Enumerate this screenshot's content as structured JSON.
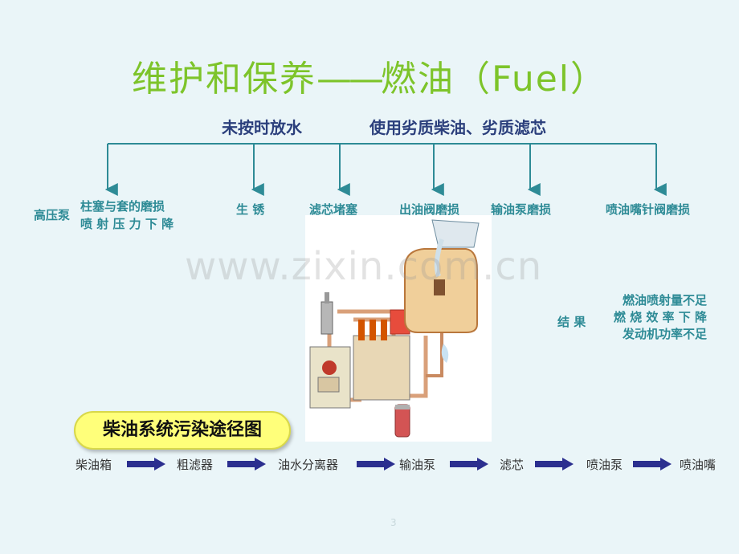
{
  "title": {
    "main": "维护和保养",
    "dash": "——",
    "topic": "燃油（Fuel）"
  },
  "causes": {
    "left": "未按时放水",
    "right": "使用劣质柴油、劣质滤芯"
  },
  "effects": [
    {
      "id": "pump",
      "prefix": "高压泵",
      "line1": "柱塞与套的磨损",
      "line2": "喷 射 压 力 下 降"
    },
    {
      "id": "rust",
      "text": "生  锈"
    },
    {
      "id": "filter",
      "text": "滤芯堵塞"
    },
    {
      "id": "valve",
      "text": "出油阀磨损"
    },
    {
      "id": "feedpump",
      "text": "输油泵磨损"
    },
    {
      "id": "nozzle",
      "text": "喷油嘴针阀磨损"
    }
  ],
  "result": {
    "label": "结  果",
    "items": [
      "燃油喷射量不足",
      "燃 烧 效 率 下 降",
      "发动机功率不足"
    ]
  },
  "badge": "柴油系统污染途径图",
  "flow": [
    "柴油箱",
    "粗滤器",
    "油水分离器",
    "输油泵",
    "滤芯",
    "喷油泵",
    "喷油嘴"
  ],
  "watermark": "www.zixin.com.cn",
  "page_number": "3",
  "colors": {
    "title": "#7dc42a",
    "teal": "#2e8b96",
    "navy_text": "#2b3f7c",
    "arrow": "#2b2f8f"
  }
}
